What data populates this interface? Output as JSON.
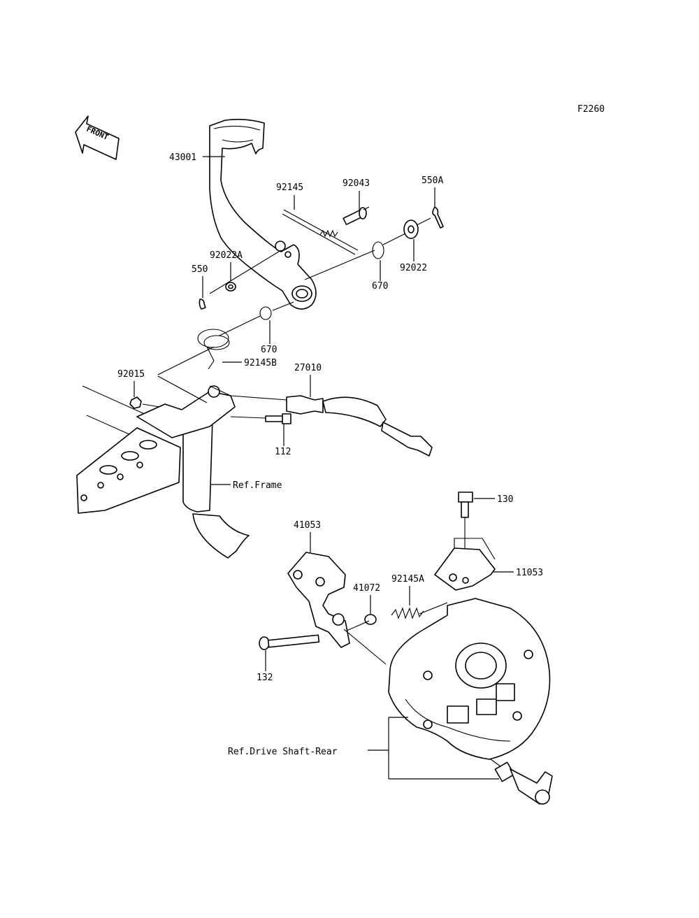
{
  "figure_code": "F2260",
  "front_label": "FRONT",
  "labels": {
    "p43001": "43001",
    "p92145": "92145",
    "p92043": "92043",
    "p550A": "550A",
    "p92022A": "92022A",
    "p550": "550",
    "p670_right": "670",
    "p92022": "92022",
    "p670_left": "670",
    "p92145B": "92145B",
    "p92015": "92015",
    "p27010": "27010",
    "p112": "112",
    "ref_frame": "Ref.Frame",
    "p130": "130",
    "p41053": "41053",
    "p11053": "11053",
    "p92145A": "92145A",
    "p41072": "41072",
    "p132": "132",
    "ref_drive_shaft": "Ref.Drive Shaft-Rear"
  }
}
